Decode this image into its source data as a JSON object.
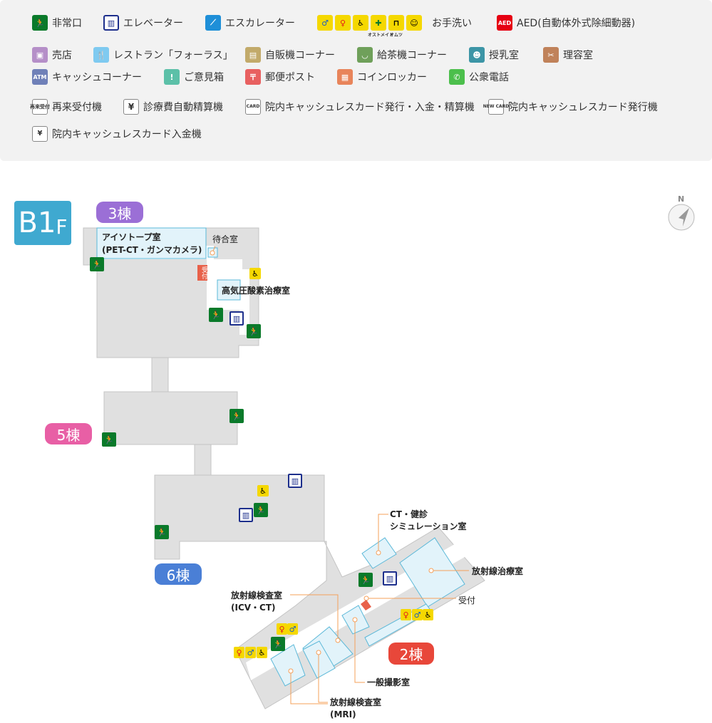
{
  "legend": {
    "exit": "非常口",
    "elevator": "エレベーター",
    "escalator": "エスカレーター",
    "toilet": "お手洗い",
    "ostomate": "オストメイト",
    "diaper": "オムツ",
    "aed_icon": "AED",
    "aed": "AED(自動体外式除細動器)",
    "shop": "売店",
    "restaurant": "レストラン「フォーラス」",
    "vending": "自販機コーナー",
    "tea": "給茶機コーナー",
    "nursing": "授乳室",
    "barber": "理容室",
    "atm_icon": "ATM",
    "atm": "キャッシュコーナー",
    "opinion": "ご意見箱",
    "post": "郵便ポスト",
    "locker": "コインロッカー",
    "phone": "公衆電話",
    "revisit_icon": "再来受付",
    "revisit": "再来受付機",
    "payment": "診療費自動精算機",
    "card_icon": "CARD",
    "card_pay": "院内キャッシュレスカード発行・入金・精算機",
    "new_icon": "NEW CARD",
    "card_issue": "院内キャッシュレスカード発行機",
    "card_charge": "院内キャッシュレスカード入金機"
  },
  "map": {
    "floor": "B1",
    "floor_suffix": "F",
    "compass": "N",
    "buildings": {
      "b3": "3棟",
      "b5": "5棟",
      "b6": "6棟",
      "b2": "2棟"
    },
    "reception_tag": "受付",
    "rooms": {
      "isotope_1": "アイソトープ室",
      "isotope_2": "(PET-CT・ガンマカメラ)",
      "waiting": "待合室",
      "hyperbaric": "高気圧酸素治療室",
      "ct_1": "CT・健診",
      "ct_2": "シミュレーション室",
      "radiotherapy": "放射線治療室",
      "reception": "受付",
      "icv_1": "放射線検査室",
      "icv_2": "(ICV・CT)",
      "general": "一般撮影室",
      "mri_1": "放射線検査室",
      "mri_2": "(MRI)"
    }
  },
  "colors": {
    "room": "#e2f3fa",
    "room_stroke": "#5bb8d8",
    "floor": "#e0e0e0",
    "leader": "#f5a05a"
  }
}
